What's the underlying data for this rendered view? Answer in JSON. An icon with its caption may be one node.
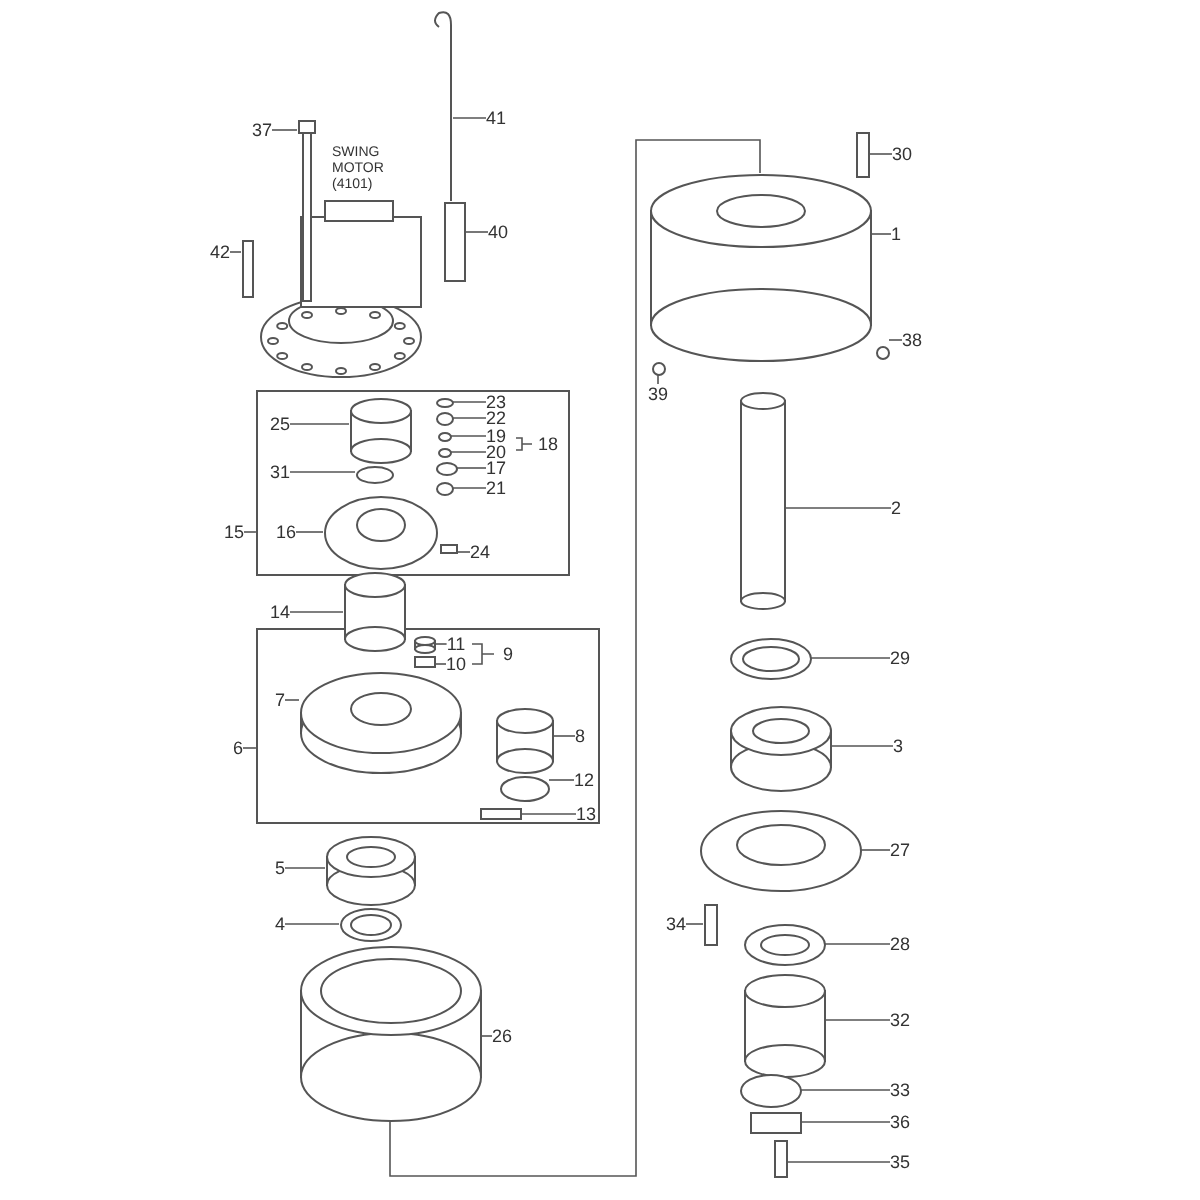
{
  "diagram": {
    "nodes": [
      {
        "text": [
          "SWING MOTOR (4101)"
        ]
      },
      {
        "text": [],
        "shape": "box"
      },
      {
        "text": [],
        "shape": "box"
      },
      {
        "text": [
          "41"
        ]
      },
      {
        "text": [
          "37"
        ]
      },
      {
        "text": [
          "30"
        ]
      },
      {
        "text": [
          "40"
        ]
      },
      {
        "text": [
          "1"
        ]
      },
      {
        "text": [
          "42"
        ]
      },
      {
        "text": [
          "38"
        ]
      },
      {
        "text": [
          "39"
        ]
      },
      {
        "text": [
          "23"
        ],
        "in": 1
      },
      {
        "text": [
          "22"
        ],
        "in": 1
      },
      {
        "text": [
          "25"
        ],
        "in": 1
      },
      {
        "text": [
          "19"
        ],
        "in": 1
      },
      {
        "text": [
          "20"
        ],
        "in": 1
      },
      {
        "text": [
          "31"
        ],
        "in": 1
      },
      {
        "text": [
          "17"
        ],
        "in": 1
      },
      {
        "text": [
          "21"
        ],
        "in": 1
      },
      {
        "text": [
          "2"
        ]
      },
      {
        "text": [
          "15"
        ]
      },
      {
        "text": [
          "16"
        ],
        "in": 1
      },
      {
        "text": [
          "24"
        ],
        "in": 1
      },
      {
        "text": [
          "14"
        ]
      },
      {
        "text": [
          "11"
        ],
        "in": 2
      },
      {
        "text": [
          "29"
        ]
      },
      {
        "text": [
          "10"
        ],
        "in": 2
      },
      {
        "text": [
          "7"
        ],
        "in": 2
      },
      {
        "text": [
          "8"
        ],
        "in": 2
      },
      {
        "text": [
          "3"
        ]
      },
      {
        "text": [
          "6"
        ]
      },
      {
        "text": [
          "12"
        ],
        "in": 2
      },
      {
        "text": [
          "13"
        ],
        "in": 2
      },
      {
        "text": [
          "27"
        ]
      },
      {
        "text": [
          "5"
        ]
      },
      {
        "text": [
          "4"
        ]
      },
      {
        "text": [
          "34"
        ]
      },
      {
        "text": [
          "28"
        ]
      },
      {
        "text": [
          "32"
        ]
      },
      {
        "text": [
          "26"
        ]
      },
      {
        "text": [
          "33"
        ]
      },
      {
        "text": [
          "36"
        ]
      },
      {
        "text": [
          "35"
        ]
      },
      {
        "text": [],
        "shape": "picture"
      },
      {
        "text": [],
        "shape": "bar"
      },
      {
        "text": [],
        "shape": "bar"
      },
      {
        "text": [],
        "shape": "bar"
      },
      {
        "text": [],
        "shape": "cylinder"
      },
      {
        "text": [],
        "shape": "bar"
      },
      {
        "text": [],
        "shape": "circle"
      },
      {
        "text": [],
        "shape": "circle"
      },
      {
        "text": [],
        "shape": "circle",
        "in": 1
      },
      {
        "text": [],
        "shape": "circle",
        "in": 1
      },
      {
        "text": [],
        "shape": "cylinder",
        "in": 1
      },
      {
        "text": [],
        "shape": "circle",
        "in": 1
      },
      {
        "text": [],
        "shape": "circle",
        "in": 1
      },
      {
        "text": [],
        "shape": "circle",
        "in": 1
      },
      {
        "text": [],
        "shape": "circle",
        "in": 1
      },
      {
        "text": [],
        "shape": "circle",
        "in": 1
      },
      {
        "text": [],
        "shape": "cylinder"
      },
      {
        "text": [],
        "shape": "circle",
        "in": 1
      },
      {
        "text": [],
        "shape": "bar",
        "in": 1
      },
      {
        "text": [],
        "shape": "cylinder"
      },
      {
        "text": [],
        "shape": "cylinder",
        "in": 2
      },
      {
        "text": [],
        "shape": "circle"
      },
      {
        "text": [],
        "shape": "bar",
        "in": 2
      },
      {
        "text": [],
        "shape": "cylinder",
        "in": 2
      },
      {
        "text": [],
        "shape": "cylinder",
        "in": 2
      },
      {
        "text": [],
        "shape": "cylinder"
      },
      {
        "text": [],
        "shape": "circle",
        "in": 2
      },
      {
        "text": [],
        "shape": "bar",
        "in": 2
      },
      {
        "text": [],
        "shape": "circle"
      },
      {
        "text": [],
        "shape": "cylinder"
      },
      {
        "text": [],
        "shape": "circle"
      },
      {
        "text": [],
        "shape": "bar"
      },
      {
        "text": [],
        "shape": "circle"
      },
      {
        "text": [],
        "shape": "cylinder"
      },
      {
        "text": [],
        "shape": "cylinder"
      },
      {
        "text": [],
        "shape": "circle"
      },
      {
        "text": [],
        "shape": "box"
      },
      {
        "text": [],
        "shape": "bar"
      }
    ],
    "edges": [
      {
        "from": 3,
        "to": 43,
        "arrow": "none"
      },
      {
        "from": 4,
        "to": 44,
        "arrow": "none"
      },
      {
        "from": 5,
        "to": 45,
        "arrow": "none"
      },
      {
        "from": 6,
        "to": 46,
        "arrow": "none"
      },
      {
        "from": 7,
        "to": 47,
        "arrow": "none"
      },
      {
        "from": 8,
        "to": 48,
        "arrow": "none"
      },
      {
        "from": 9,
        "to": 49,
        "arrow": "none"
      },
      {
        "from": 10,
        "to": 50,
        "arrow": "none"
      },
      {
        "from": 11,
        "to": 51,
        "arrow": "none"
      },
      {
        "from": 12,
        "to": 52,
        "arrow": "none"
      },
      {
        "from": 13,
        "to": 53,
        "arrow": "none"
      },
      {
        "from": 14,
        "to": 54,
        "arrow": "none"
      },
      {
        "from": 15,
        "to": 55,
        "arrow": "none"
      },
      {
        "from": 16,
        "to": 56,
        "arrow": "none"
      },
      {
        "from": 17,
        "to": 57,
        "arrow": "none"
      },
      {
        "from": 18,
        "to": 58,
        "arrow": "none"
      },
      {
        "from": 19,
        "to": 59,
        "arrow": "none"
      },
      {
        "from": 20,
        "to": 1,
        "arrow": "none"
      },
      {
        "from": 21,
        "to": 60,
        "arrow": "none"
      },
      {
        "from": 22,
        "to": 61,
        "arrow": "none"
      },
      {
        "from": 23,
        "to": 62,
        "arrow": "none"
      },
      {
        "from": 24,
        "to": 63,
        "arrow": "none"
      },
      {
        "from": 25,
        "to": 64,
        "arrow": "none"
      },
      {
        "from": 26,
        "to": 65,
        "arrow": "none"
      },
      {
        "from": 27,
        "to": 66,
        "arrow": "none"
      },
      {
        "from": 28,
        "to": 67,
        "arrow": "none"
      },
      {
        "from": 29,
        "to": 68,
        "arrow": "none"
      },
      {
        "from": 30,
        "to": 2,
        "arrow": "none"
      },
      {
        "from": 31,
        "to": 69,
        "arrow": "none"
      },
      {
        "from": 32,
        "to": 70,
        "arrow": "none"
      },
      {
        "from": 33,
        "to": 71,
        "arrow": "none"
      },
      {
        "from": 34,
        "to": 72,
        "arrow": "none"
      },
      {
        "from": 35,
        "to": 73,
        "arrow": "none"
      },
      {
        "from": 36,
        "to": 74,
        "arrow": "none"
      },
      {
        "from": 37,
        "to": 75,
        "arrow": "none"
      },
      {
        "from": 38,
        "to": 76,
        "arrow": "none"
      },
      {
        "from": 39,
        "to": 77,
        "arrow": "none"
      },
      {
        "from": 40,
        "to": 78,
        "arrow": "none"
      },
      {
        "from": 41,
        "to": 79,
        "arrow": "none"
      },
      {
        "from": 42,
        "to": 80,
        "arrow": "none"
      },
      {
        "from": 77,
        "to": 47,
        "arrow": "none"
      }
    ],
    "labels": [
      "18",
      "9"
    ]
  }
}
